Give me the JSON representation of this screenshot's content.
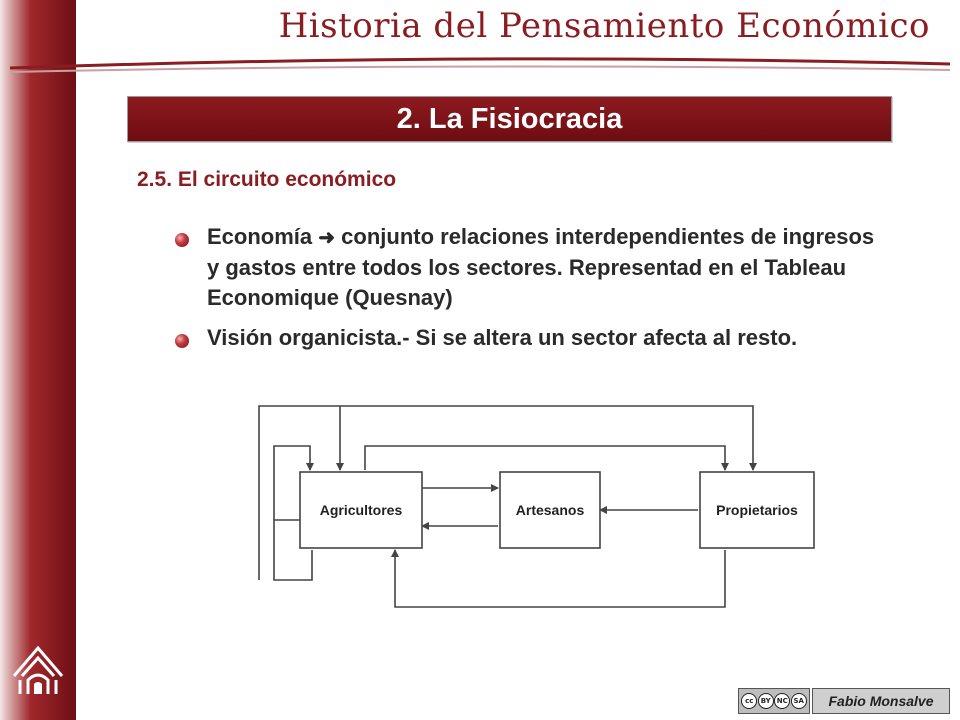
{
  "header": {
    "title": "Historia del Pensamiento Económico"
  },
  "banner": {
    "title": "2. La Fisiocracia"
  },
  "subtitle": "2.5. El circuito económico",
  "bullets": [
    {
      "lead": "Economía",
      "arrow_icon": "right-arrow-icon",
      "text": "conjunto relaciones interdependientes de ingresos y gastos entre todos los sectores. Representad en el Tableau Economique (Quesnay)"
    },
    {
      "text": "Visión organicista.- Si se altera un sector afecta al resto."
    }
  ],
  "diagram": {
    "nodes": [
      "Agricultores",
      "Artesanos",
      "Propietarios"
    ]
  },
  "footer": {
    "license_icons": [
      "cc-icon",
      "by-icon",
      "nc-icon",
      "sa-icon"
    ],
    "license_labels": [
      "cc",
      "BY",
      "NC",
      "SA"
    ],
    "author": "Fabio Monsalve"
  },
  "colors": {
    "brand": "#8a1d22",
    "banner": "#7d1217",
    "text": "#2a2a2a"
  }
}
